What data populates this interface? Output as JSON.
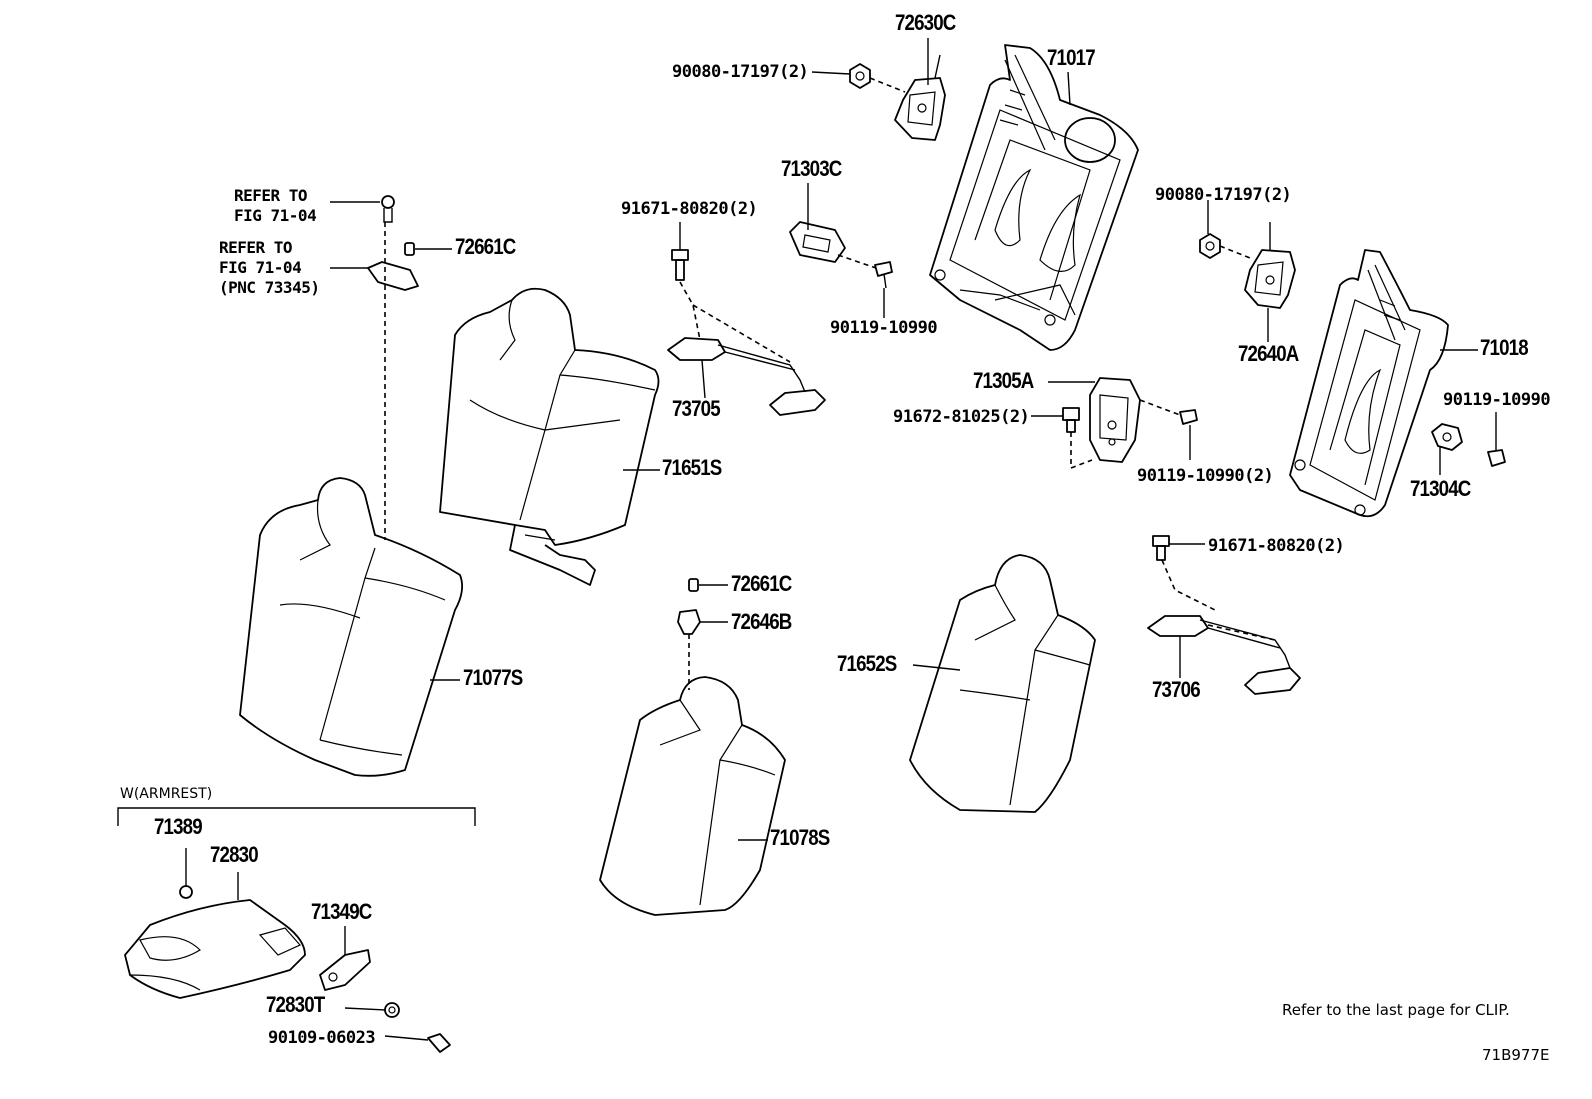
{
  "labels": {
    "p72630C": "72630C",
    "p71017": "71017",
    "p90080_1": "90080-17197(2)",
    "p71303C": "71303C",
    "p91671_1": "91671-80820(2)",
    "p90119_1": "90119-10990",
    "p73705": "73705",
    "p71651S": "71651S",
    "p72661C_1": "72661C",
    "p90080_2": "90080-17197(2)",
    "p72640A": "72640A",
    "p71018": "71018",
    "p71305A": "71305A",
    "p91672": "91672-81025(2)",
    "p90119_2": "90119-10990(2)",
    "p90119_3": "90119-10990",
    "p71304C": "71304C",
    "p91671_2": "91671-80820(2)",
    "p73706": "73706",
    "p72661C_2": "72661C",
    "p72646B": "72646B",
    "p71652S": "71652S",
    "p71077S": "71077S",
    "p71078S": "71078S",
    "p71389": "71389",
    "p72830": "72830",
    "p71349C": "71349C",
    "p72830T": "72830T",
    "p90109": "90109-06023"
  },
  "refs": {
    "ref1_line1": "REFER TO",
    "ref1_line2": "FIG 71-04",
    "ref2_line1": "REFER TO",
    "ref2_line2": "FIG 71-04",
    "ref2_line3": "(PNC 73345)"
  },
  "armrest_group_label": "W(ARMREST)",
  "note_clip": "Refer to the last page for CLIP.",
  "figure_code": "71B977E"
}
